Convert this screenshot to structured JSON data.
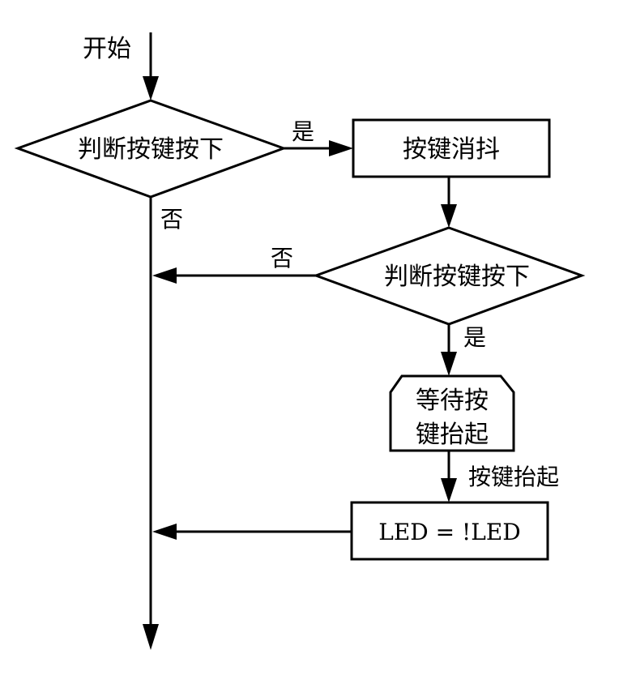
{
  "nodes": {
    "start": "开始",
    "check_pressed_1": "判断按键按下",
    "debounce": "按键消抖",
    "check_pressed_2": "判断按键按下",
    "wait_release_line1": "等待按",
    "wait_release_line2": "键抬起",
    "toggle_led": "LED = !LED"
  },
  "edges": {
    "yes_1": "是",
    "no_1": "否",
    "no_2": "否",
    "yes_2": "是",
    "released": "按键抬起"
  }
}
